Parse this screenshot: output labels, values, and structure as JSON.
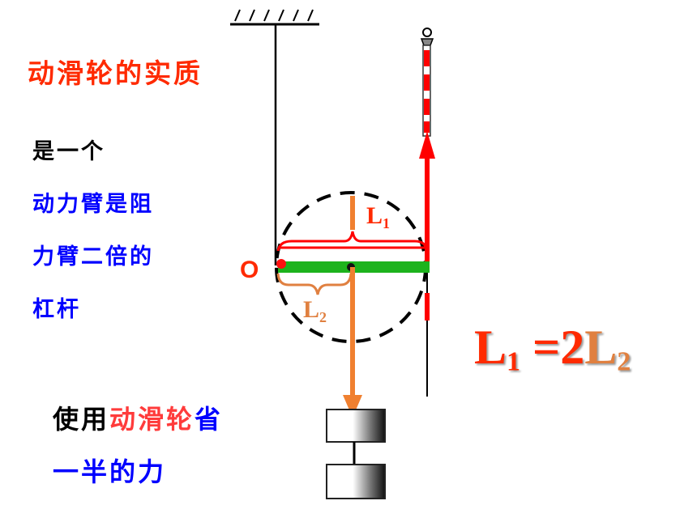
{
  "title": "动滑轮的实质",
  "description": {
    "line1": "是一个",
    "line2": "动力臂是阻",
    "line3": "力臂二倍的",
    "line4": "杠杆"
  },
  "conclusion": {
    "prefix": "使用",
    "highlight": "动滑轮",
    "suffix": "省",
    "line2": "一半的力"
  },
  "labels": {
    "fulcrum": "O",
    "l1_letter": "L",
    "l1_sub": "1",
    "l2_letter": "L",
    "l2_sub": "2"
  },
  "equation": {
    "left_letter": "L",
    "left_sub": "1",
    "equals": "=",
    "coefficient": "2",
    "right_letter": "L",
    "right_sub": "2"
  },
  "colors": {
    "title": "#ff2a00",
    "black_text": "#000000",
    "blue_text": "#0000ff",
    "highlight_text": "#ff3b3b",
    "effort_force": "#ff0000",
    "load_force": "#f08030",
    "lever": "#1db31d",
    "l2_label": "#e08040"
  }
}
